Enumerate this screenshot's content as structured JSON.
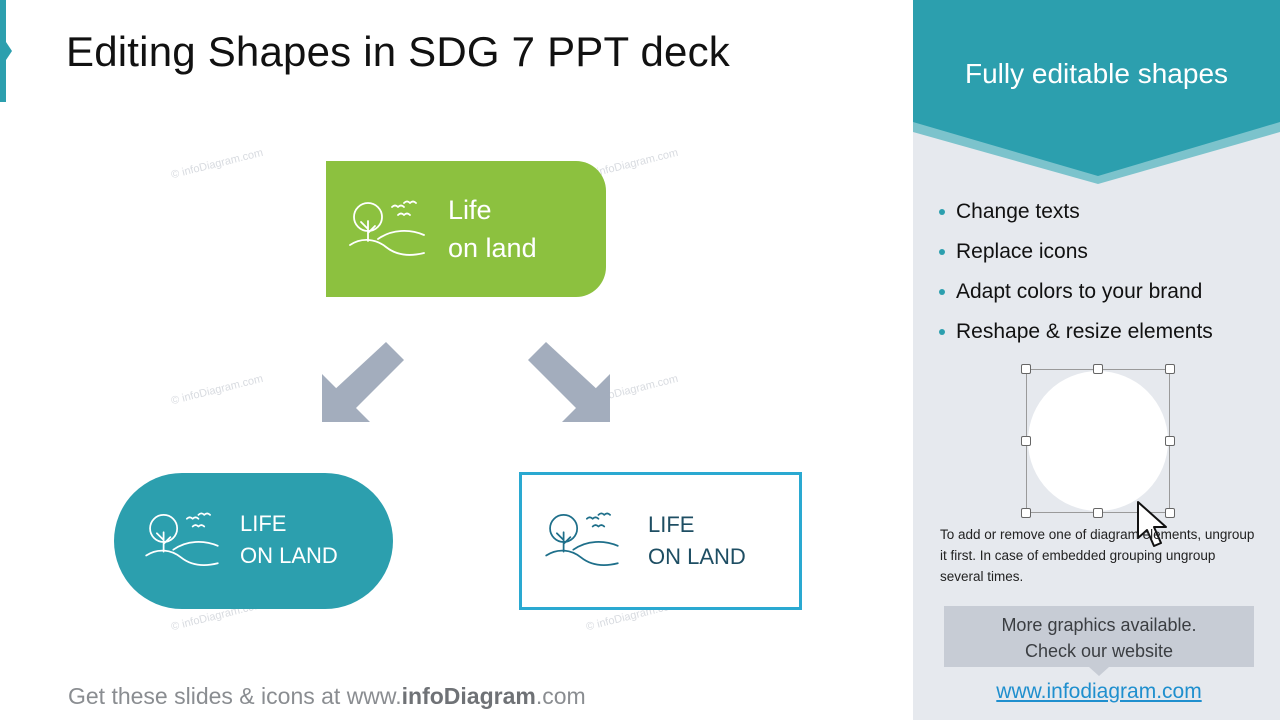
{
  "title": "Editing Shapes in SDG 7 PPT deck",
  "watermark_text": "© infoDiagram.com",
  "boxes": {
    "green": {
      "label": "Life\non land",
      "icon": "tree-landscape-icon",
      "color": "#8cc13f"
    },
    "pill": {
      "label": "LIFE\nON LAND",
      "icon": "tree-landscape-icon",
      "color": "#2c9fae"
    },
    "outline": {
      "label": "LIFE\nON LAND",
      "icon": "tree-landscape-icon",
      "color": "#2aa9d1"
    }
  },
  "arrows": {
    "color": "#a3adbd"
  },
  "footer": {
    "prefix": "Get these slides & icons at www.",
    "brand": "infoDiagram",
    "suffix": ".com"
  },
  "panel": {
    "title": "Fully editable shapes",
    "accent": "#2c9fae",
    "bullets": [
      "Change texts",
      "Replace icons",
      "Adapt colors to your brand",
      "Reshape & resize elements"
    ],
    "help_text": "To add or remove one of diagram elements, ungroup it first. In case of embedded grouping ungroup several times.",
    "more_line1": "More graphics available.",
    "more_line2": "Check our website",
    "link": "www.infodiagram.com"
  }
}
